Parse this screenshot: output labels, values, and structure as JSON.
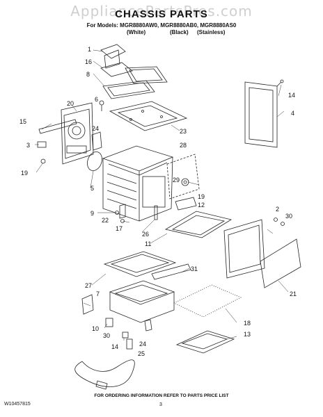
{
  "watermark": "AppliancePartsPros.com",
  "header": {
    "title": "CHASSIS PARTS",
    "models_line": "For Models: MGR8880AW0, MGR8880AB0, MGR8880AS0",
    "variants": [
      "(White)",
      "(Black)",
      "(Stainless)"
    ]
  },
  "callouts": [
    "1",
    "16",
    "8",
    "6",
    "20",
    "15",
    "24",
    "3",
    "19",
    "23",
    "28",
    "29",
    "5",
    "9",
    "22",
    "17",
    "26",
    "19",
    "12",
    "14",
    "4",
    "2",
    "30",
    "11",
    "31",
    "27",
    "7",
    "10",
    "30",
    "14",
    "24",
    "25",
    "18",
    "13",
    "21"
  ],
  "footer": {
    "note": "FOR ORDERING INFORMATION REFER TO PARTS PRICE LIST",
    "doc_number": "W10457815",
    "page_number": "3"
  }
}
